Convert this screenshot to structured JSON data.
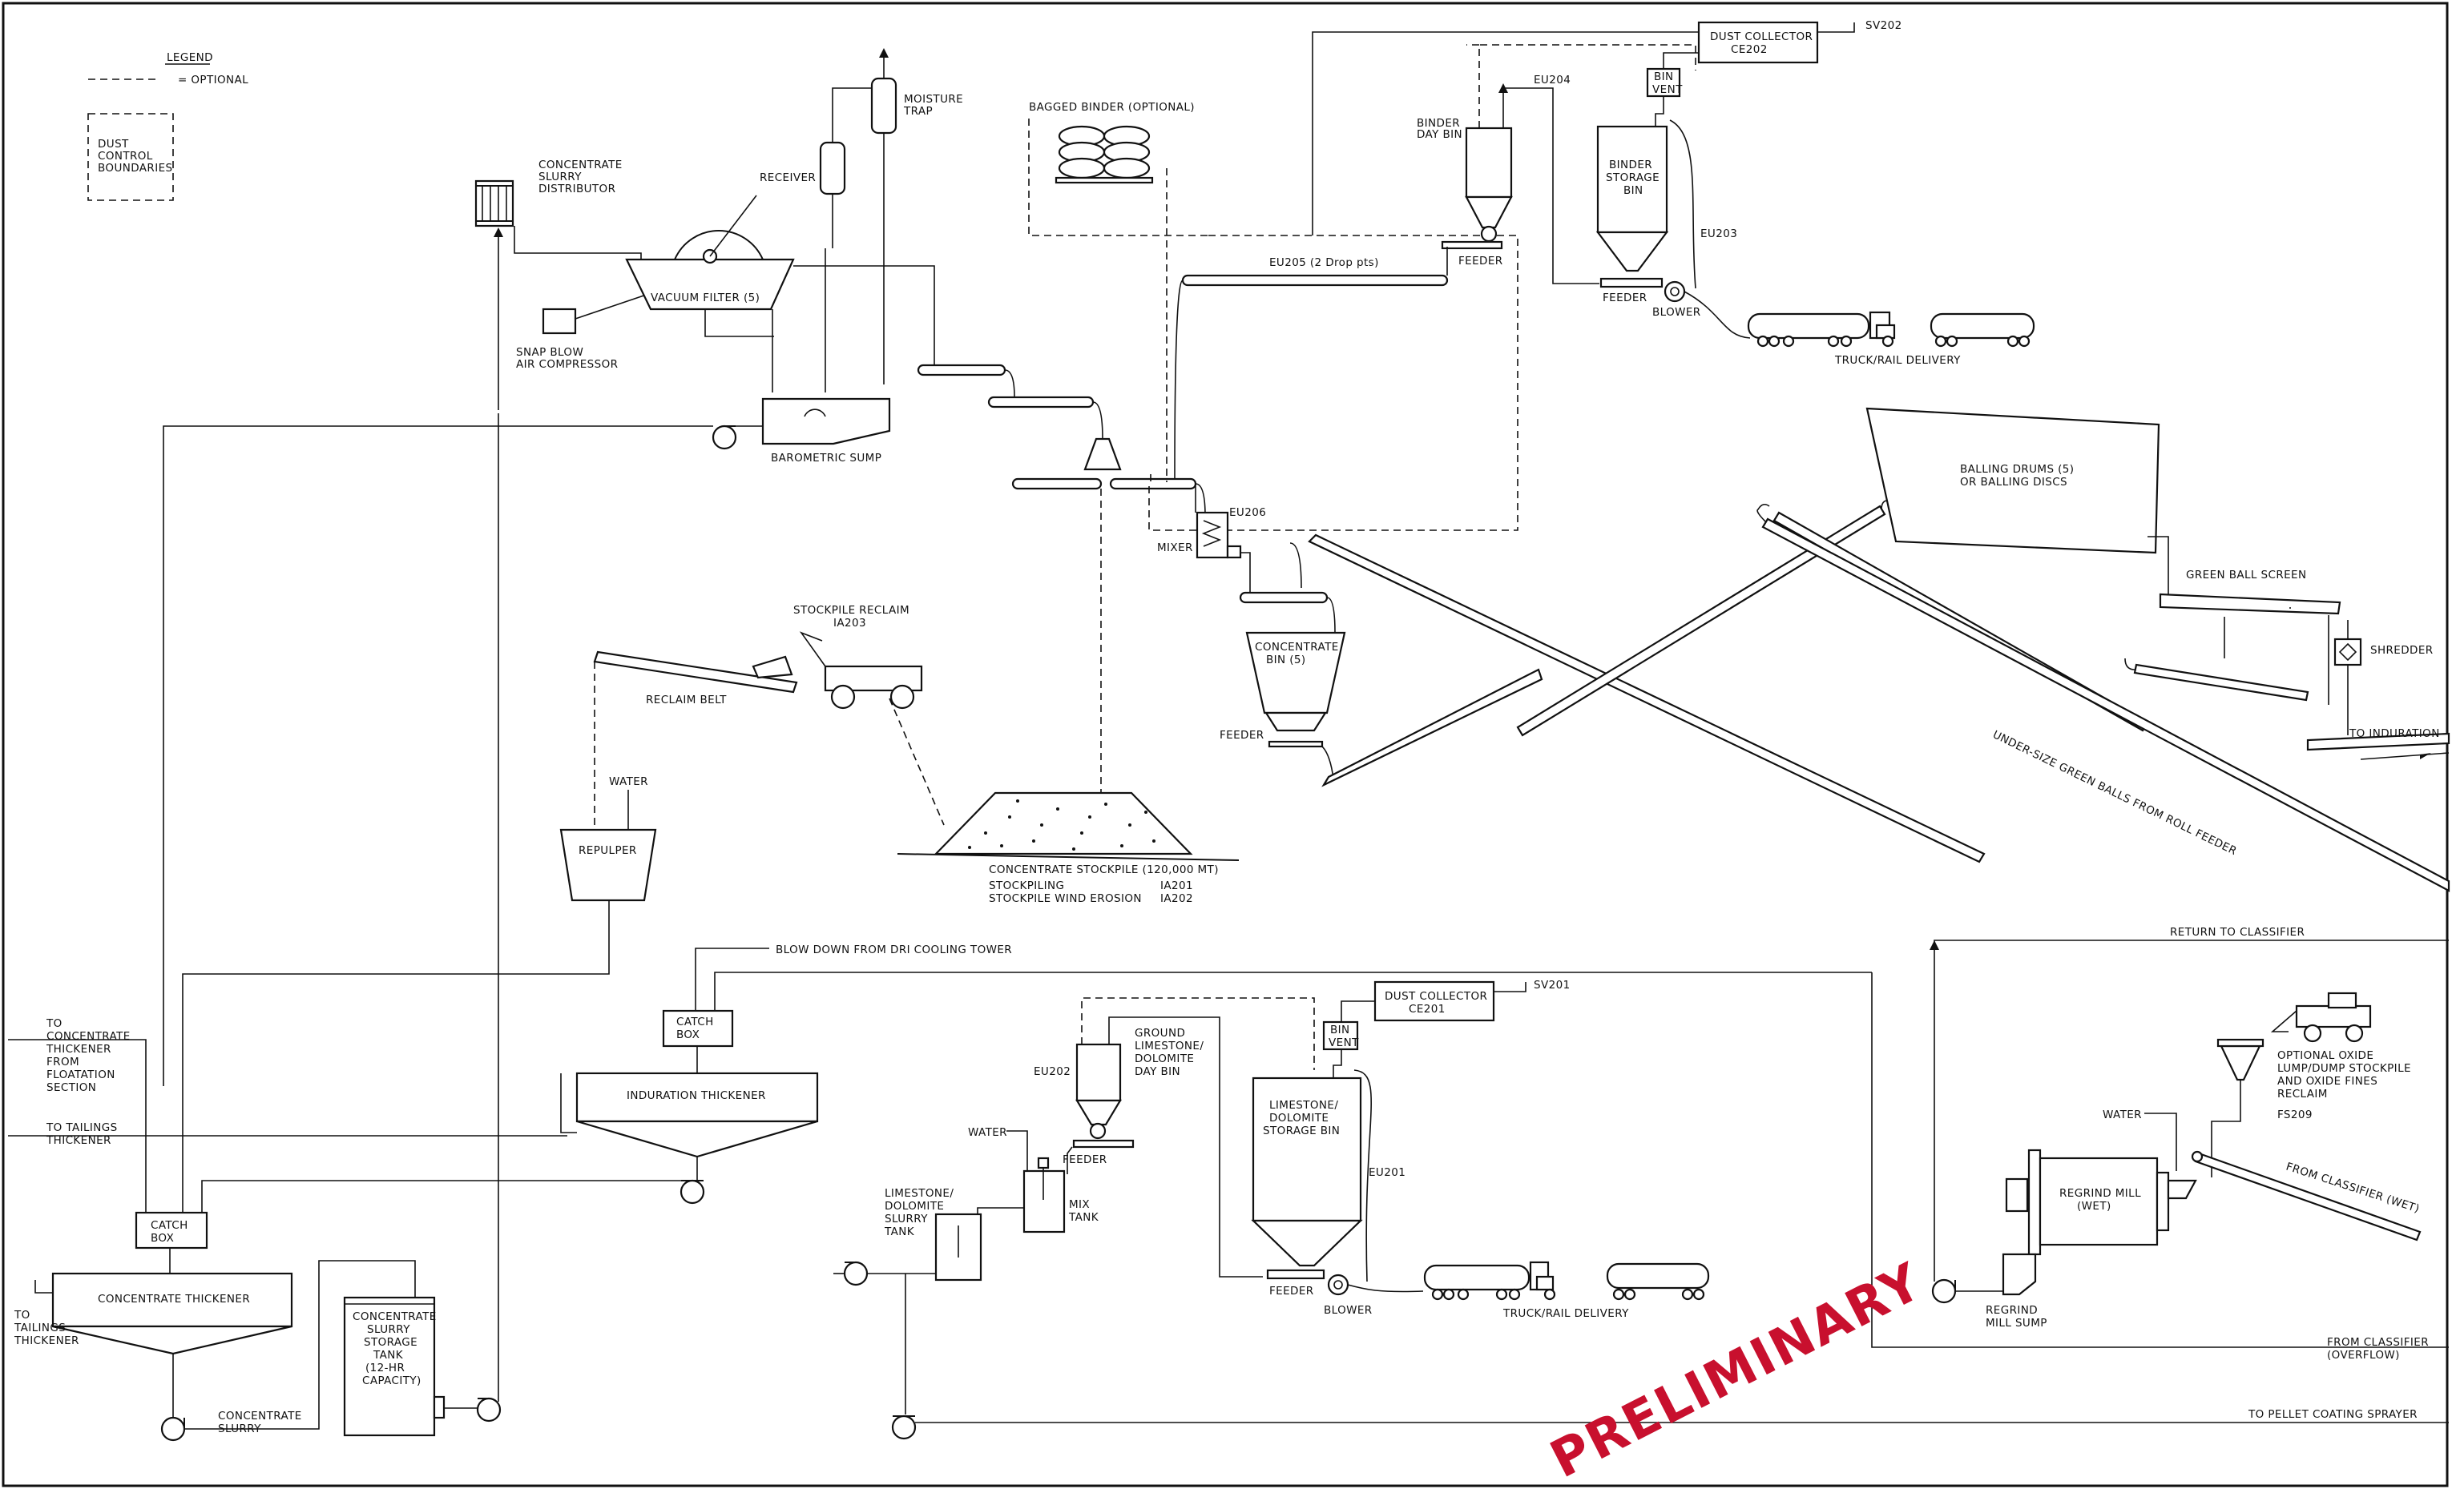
{
  "legend": {
    "title": "LEGEND",
    "optional": "= OPTIONAL",
    "dust_boundaries": [
      "DUST",
      "CONTROL",
      "BOUNDARIES"
    ]
  },
  "labels": {
    "concentrate_slurry_distributor": [
      "CONCENTRATE",
      "SLURRY",
      "DISTRIBUTOR"
    ],
    "snap_blow": [
      "SNAP BLOW",
      "AIR COMPRESSOR"
    ],
    "vacuum_filter": "VACUUM FILTER (5)",
    "receiver": "RECEIVER",
    "moisture_trap": [
      "MOISTURE",
      "TRAP"
    ],
    "barometric_sump": "BAROMETRIC SUMP",
    "bagged_binder": "BAGGED BINDER (OPTIONAL)",
    "eu205": "EU205 (2 Drop pts)",
    "feeder": "FEEDER",
    "binder_day_bin": [
      "BINDER",
      "DAY BIN"
    ],
    "eu204": "EU204",
    "dust_collector_top": [
      "DUST COLLECTOR",
      "CE202"
    ],
    "sv202": "SV202",
    "bin_vent": [
      "BIN",
      "VENT"
    ],
    "binder_storage_bin": [
      "BINDER",
      "STORAGE",
      "BIN"
    ],
    "eu203": "EU203",
    "blower": "BLOWER",
    "truck_rail": "TRUCK/RAIL DELIVERY",
    "eu206": "EU206",
    "mixer": "MIXER",
    "concentrate_bin": [
      "CONCENTRATE",
      "BIN (5)"
    ],
    "balling_drums": [
      "BALLING DRUMS (5)",
      "OR BALLING DISCS"
    ],
    "green_ball_screen": "GREEN BALL SCREEN",
    "shredder": "SHREDDER",
    "to_induration": "TO INDURATION",
    "under_size": "UNDER-SIZE GREEN BALLS FROM ROLL FEEDER",
    "stockpile_reclaim": [
      "STOCKPILE RECLAIM",
      "IA203"
    ],
    "reclaim_belt": "RECLAIM BELT",
    "concentrate_stockpile": "CONCENTRATE STOCKPILE (120,000 MT)",
    "stockpiling": "STOCKPILING",
    "stockpiling_id": "IA201",
    "wind_erosion": "STOCKPILE WIND EROSION",
    "wind_erosion_id": "IA202",
    "water": "WATER",
    "repulper": "REPULPER",
    "blow_down": "BLOW DOWN FROM DRI COOLING TOWER",
    "catch_box": [
      "CATCH",
      "BOX"
    ],
    "induration_thickener": "INDURATION THICKENER",
    "to_conc_thickener": [
      "TO",
      "CONCENTRATE",
      "THICKENER",
      "FROM",
      "FLOATATION",
      "SECTION"
    ],
    "to_tailings_thickener": [
      "TO TAILINGS",
      "THICKENER"
    ],
    "to_tailings_left": [
      "TO",
      "TAILINGS",
      "THICKENER"
    ],
    "concentrate_thickener": "CONCENTRATE THICKENER",
    "concentrate_slurry": [
      "CONCENTRATE",
      "SLURRY"
    ],
    "storage_tank": [
      "CONCENTRATE",
      "SLURRY",
      "STORAGE",
      "TANK",
      "(12-HR",
      "CAPACITY)"
    ],
    "eu202": "EU202",
    "ground_limestone": [
      "GROUND",
      "LIMESTONE/",
      "DOLOMITE",
      "DAY BIN"
    ],
    "mix_tank": [
      "MIX",
      "TANK"
    ],
    "limestone_slurry_tank": [
      "LIMESTONE/",
      "DOLOMITE",
      "SLURRY",
      "TANK"
    ],
    "dust_collector_bottom": [
      "DUST COLLECTOR",
      "CE201"
    ],
    "sv201": "SV201",
    "limestone_storage_bin": [
      "LIMESTONE/",
      "DOLOMITE",
      "STORAGE BIN"
    ],
    "eu201": "EU201",
    "return_to_classifier": "RETURN TO CLASSIFIER",
    "optional_oxide": [
      "OPTIONAL OXIDE",
      "LUMP/DUMP STOCKPILE",
      "AND OXIDE FINES",
      "RECLAIM"
    ],
    "fs209": "FS209",
    "regrind_mill": [
      "REGRIND MILL",
      "(WET)"
    ],
    "from_classifier_wet": "FROM CLASSIFIER (WET)",
    "regrind_sump": [
      "REGRIND",
      "MILL SUMP"
    ],
    "from_classifier_overflow": [
      "FROM CLASSIFIER",
      "(OVERFLOW)"
    ],
    "to_pellet_coating": "TO PELLET COATING SPRAYER"
  },
  "stamp": "PRELIMINARY"
}
